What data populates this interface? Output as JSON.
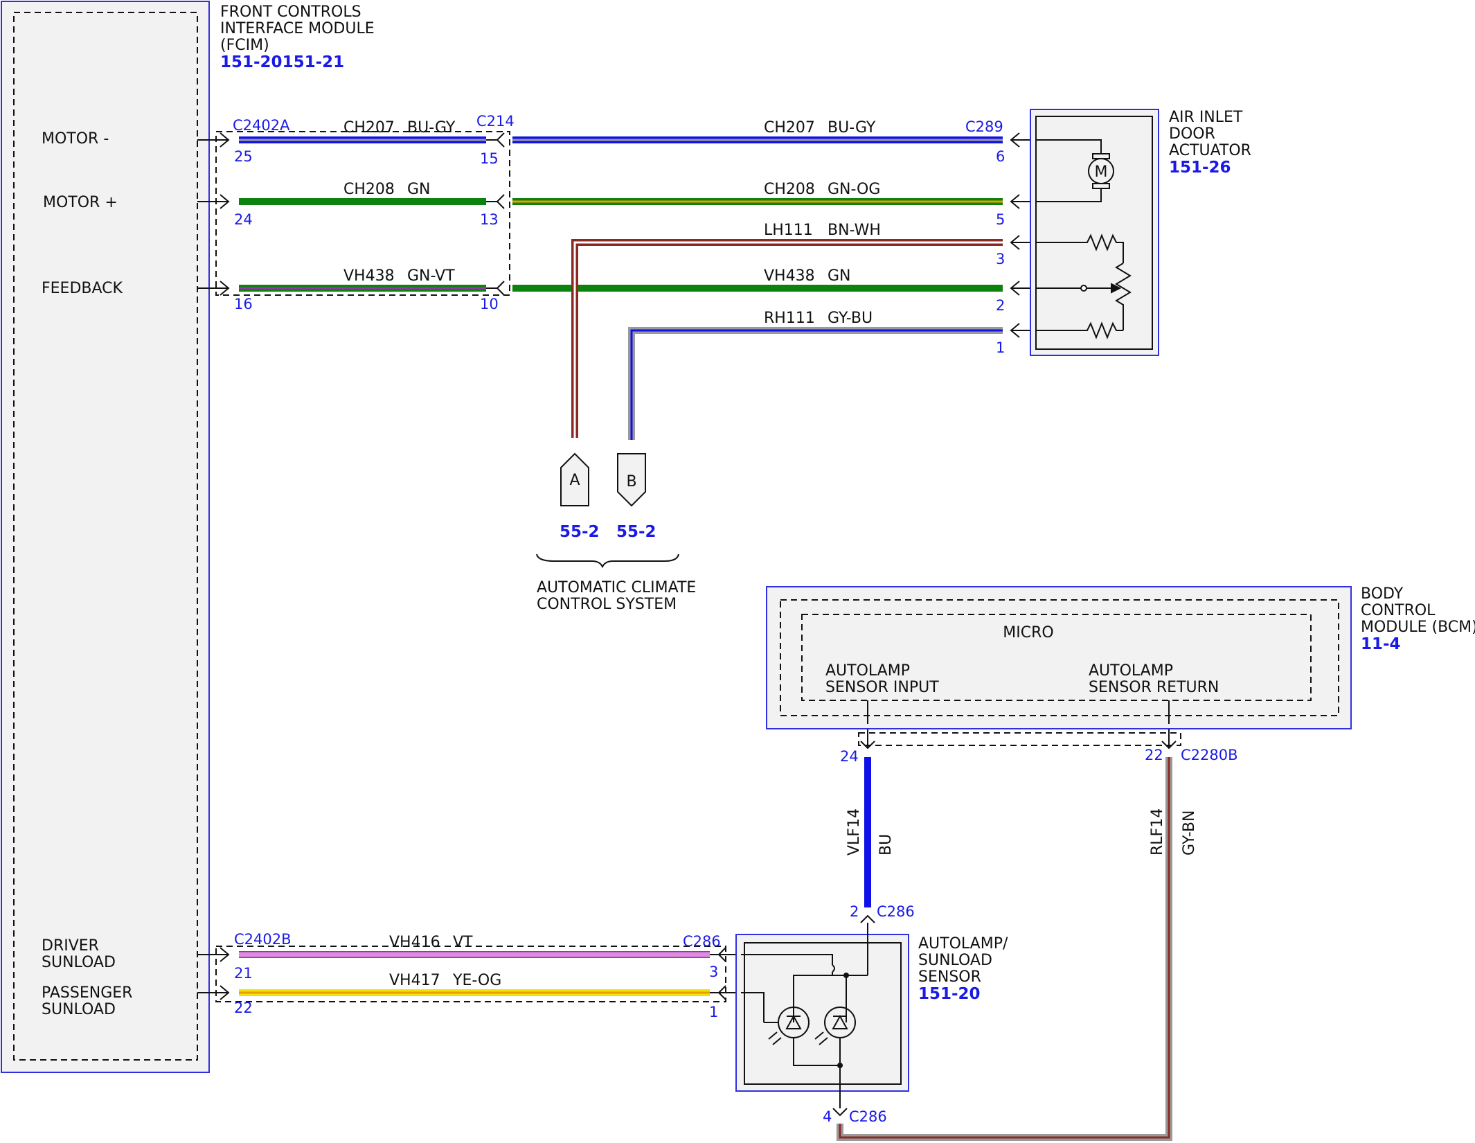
{
  "fcim": {
    "name_lines": [
      "FRONT CONTROLS",
      "INTERFACE MODULE",
      "(FCIM)"
    ],
    "ref": "151-20151-21",
    "pins": {
      "motor_minus": "MOTOR -",
      "motor_plus": "MOTOR +",
      "feedback": "FEEDBACK",
      "driver_sunload": [
        "DRIVER",
        "SUNLOAD"
      ],
      "passenger_sunload": [
        "PASSENGER",
        "SUNLOAD"
      ]
    }
  },
  "actuator": {
    "name_lines": [
      "AIR INLET",
      "DOOR",
      "ACTUATOR"
    ],
    "ref": "151-26",
    "motor_letter": "M"
  },
  "bcm": {
    "name_lines": [
      "BODY",
      "CONTROL",
      "MODULE (BCM)"
    ],
    "ref": "11-4",
    "micro": "MICRO",
    "input_lines": [
      "AUTOLAMP",
      "SENSOR INPUT"
    ],
    "return_lines": [
      "AUTOLAMP",
      "SENSOR RETURN"
    ]
  },
  "sensor": {
    "name_lines": [
      "AUTOLAMP/",
      "SUNLOAD",
      "SENSOR"
    ],
    "ref": "151-20"
  },
  "acc": {
    "flag_a": "A",
    "flag_b": "B",
    "ref_a": "55-2",
    "ref_b": "55-2",
    "system_lines": [
      "AUTOMATIC CLIMATE",
      "CONTROL SYSTEM"
    ]
  },
  "connectors": {
    "c2402a": "C2402A",
    "c214": "C214",
    "c289": "C289",
    "c2402b": "C2402B",
    "c286_top": "C286",
    "c286_right": "C286",
    "c286_bottom": "C286",
    "c2280b": "C2280B"
  },
  "pins": {
    "p25": "25",
    "p15": "15",
    "p6": "6",
    "p24a": "24",
    "p13": "13",
    "p5": "5",
    "p3a": "3",
    "p16": "16",
    "p10": "10",
    "p2a": "2",
    "p1a": "1",
    "p24b": "24",
    "p22b": "22",
    "p2b": "2",
    "p21": "21",
    "p3b": "3",
    "p22": "22",
    "p1b": "1",
    "p4": "4"
  },
  "circuits": {
    "ch207_l": {
      "id": "CH207",
      "color": "BU-GY"
    },
    "ch207_r": {
      "id": "CH207",
      "color": "BU-GY"
    },
    "ch208_l": {
      "id": "CH208",
      "color": "GN"
    },
    "ch208_r": {
      "id": "CH208",
      "color": "GN-OG"
    },
    "lh111": {
      "id": "LH111",
      "color": "BN-WH"
    },
    "vh438_l": {
      "id": "VH438",
      "color": "GN-VT"
    },
    "vh438_r": {
      "id": "VH438",
      "color": "GN"
    },
    "rh111": {
      "id": "RH111",
      "color": "GY-BU"
    },
    "vlf14": {
      "id": "VLF14",
      "color": "BU"
    },
    "rlf14": {
      "id": "RLF14",
      "color": "GY-BN"
    },
    "vh416": {
      "id": "VH416",
      "color": "VT"
    },
    "vh417": {
      "id": "VH417",
      "color": "YE-OG"
    }
  },
  "wire_colors": {
    "blue": "#1010e8",
    "gray": "#9a9a9a",
    "green": "#0e820e",
    "orange": "#e8a000",
    "violet": "#8a3aa0",
    "brown": "#8b2a22",
    "white": "#ffffff",
    "yellow": "#f2e20a",
    "pink": "#e08ae0"
  }
}
